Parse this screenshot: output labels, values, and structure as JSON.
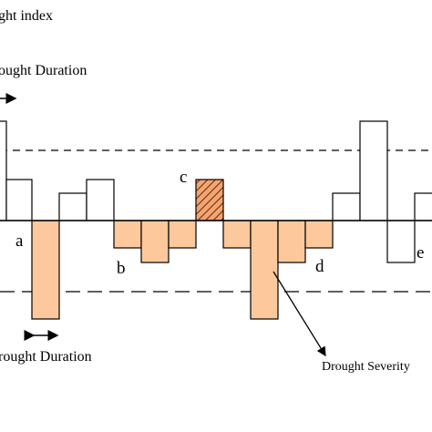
{
  "diagram": {
    "y_axis_title": "ght index",
    "duration_top_label": "ought Duration",
    "duration_bottom_label": "rought Duration",
    "severity_label": "Drought Severity",
    "event_labels": {
      "a": "a",
      "b": "b",
      "c": "c",
      "d": "d",
      "e": "e"
    },
    "colors": {
      "drought_fill": "#fcc89c",
      "hatch_fill": "#f4a46e",
      "hatch_line": "#5a2a10",
      "outline": "#000000",
      "background": "#ffffff"
    },
    "line_styles": {
      "upper_threshold": "dashed (short)",
      "lower_threshold": "dashed (long)",
      "baseline": "solid"
    }
  }
}
